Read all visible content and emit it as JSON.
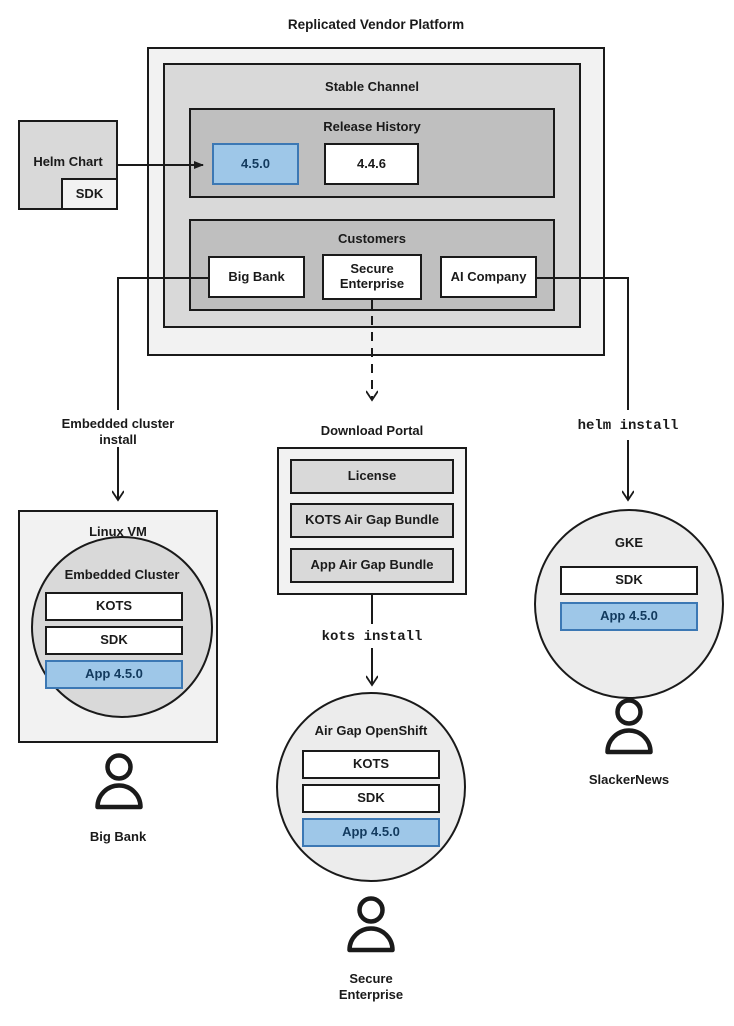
{
  "diagram": {
    "title": "Replicated Vendor Platform"
  },
  "source": {
    "helm_chart": {
      "label": "Helm Chart",
      "sdk_label": "SDK"
    }
  },
  "platform": {
    "channel": {
      "title": "Stable Channel",
      "release_history": {
        "title": "Release History",
        "releases": [
          {
            "version": "4.5.0",
            "current": true
          },
          {
            "version": "4.4.6",
            "current": false
          }
        ]
      },
      "customers": {
        "title": "Customers",
        "items": [
          {
            "name": "Big Bank"
          },
          {
            "name": "Secure\nEnterprise"
          },
          {
            "name": "AI Company"
          }
        ]
      }
    }
  },
  "flows": {
    "embedded_cluster_install": "Embedded cluster\ninstall",
    "kots_install": "kots install",
    "helm_install": "helm install"
  },
  "download_portal": {
    "title": "Download Portal",
    "artifacts": [
      {
        "label": "License"
      },
      {
        "label": "KOTS Air Gap Bundle"
      },
      {
        "label": "App Air Gap Bundle"
      }
    ]
  },
  "targets": [
    {
      "id": "linux-vm",
      "title": "Linux VM",
      "inner_title": "Embedded Cluster",
      "components": [
        {
          "label": "KOTS",
          "highlight": false
        },
        {
          "label": "SDK",
          "highlight": false
        },
        {
          "label": "App 4.5.0",
          "highlight": true
        }
      ],
      "customer": "Big Bank"
    },
    {
      "id": "air-gap-openshift",
      "title": "Air Gap OpenShift",
      "components": [
        {
          "label": "KOTS",
          "highlight": false
        },
        {
          "label": "SDK",
          "highlight": false
        },
        {
          "label": "App 4.5.0",
          "highlight": true
        }
      ],
      "customer": "Secure\nEnterprise"
    },
    {
      "id": "gke",
      "title": "GKE",
      "components": [
        {
          "label": "SDK",
          "highlight": false
        },
        {
          "label": "App 4.5.0",
          "highlight": true
        }
      ],
      "customer": "SlackerNews"
    }
  ],
  "colors": {
    "accent_fill": "#9ec7e8",
    "accent_border": "#3c78b4",
    "accent_text": "#123a5e",
    "stroke": "#1a1a1a",
    "gray_outer": "#f2f2f2",
    "gray_channel": "#d9d9d9",
    "gray_release": "#bfbfbf",
    "circle_fill": "#ececec"
  }
}
